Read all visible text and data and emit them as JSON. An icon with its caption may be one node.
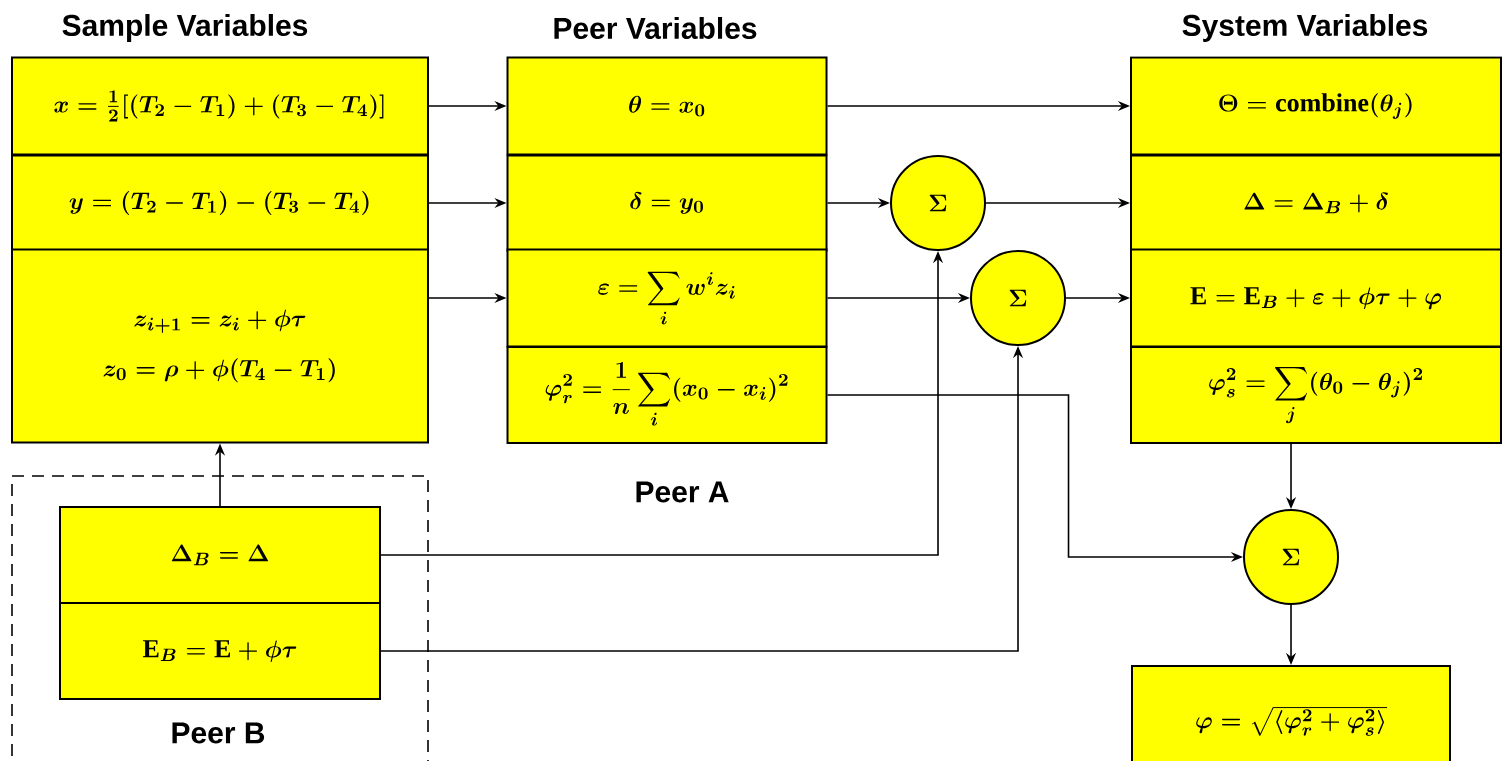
{
  "diagram": {
    "nodes": [
      {
        "text": [
          "x=\\tfrac{1}{2}[(T_2-T_1)+(T_3-T_4)]"
        ]
      },
      {
        "text": [
          "y=(T_2-T_1)-(T_3-T_4)"
        ]
      },
      {
        "text": [
          "z_{i+1}=z_i+\\phi\\tau",
          "z_0=\\rho+\\phi(T_4-T_1)"
        ]
      },
      {
        "text": [
          "\\theta=x_0"
        ]
      },
      {
        "text": [
          "\\delta=y_0"
        ]
      },
      {
        "text": [
          "\\varepsilon=\\sum_i w^i z_i"
        ]
      },
      {
        "text": [
          "\\varphi_r^2=\\frac{1}{n}\\sum_i(x_0-x_i)^2"
        ]
      },
      {
        "text": [
          "\\Theta=\\mathrm{combine}(\\theta_j)"
        ]
      },
      {
        "text": [
          "\\Delta=\\Delta_B+\\delta"
        ]
      },
      {
        "text": [
          "\\mathrm{E}=\\mathrm{E}_B+\\varepsilon+\\phi\\tau+\\varphi"
        ]
      },
      {
        "text": [
          "\\varphi_s^2=\\sum_j(\\theta_0-\\theta_j)^2"
        ]
      },
      {
        "text": [
          "\\Sigma"
        ]
      },
      {
        "text": [
          "\\Sigma"
        ]
      },
      {
        "text": [
          "\\Sigma"
        ]
      },
      {
        "text": [
          "Peer B"
        ]
      },
      {
        "text": [
          "\\Delta_B=\\Delta"
        ],
        "in": 14
      },
      {
        "text": [
          "\\mathrm{E}_B=\\mathrm{E}+\\phi\\tau"
        ],
        "in": 14
      },
      {
        "text": [
          "\\varphi=\\sqrt{\\langle\\varphi_r^2+\\varphi_s^2\\rangle}"
        ]
      }
    ],
    "edges": [
      {
        "from": 0,
        "to": 3,
        "arrow": "to"
      },
      {
        "from": 1,
        "to": 4,
        "arrow": "to"
      },
      {
        "from": 2,
        "to": 5,
        "arrow": "to"
      },
      {
        "from": 3,
        "to": 7,
        "arrow": "to"
      },
      {
        "from": 4,
        "to": 11,
        "arrow": "to"
      },
      {
        "from": 11,
        "to": 8,
        "arrow": "to"
      },
      {
        "from": 5,
        "to": 12,
        "arrow": "to"
      },
      {
        "from": 12,
        "to": 9,
        "arrow": "to"
      },
      {
        "from": 6,
        "to": 13,
        "arrow": "to"
      },
      {
        "from": 10,
        "to": 13,
        "arrow": "to"
      },
      {
        "from": 13,
        "to": 17,
        "arrow": "to"
      },
      {
        "from": 15,
        "to": 2,
        "arrow": "to"
      },
      {
        "from": 15,
        "to": 11,
        "arrow": "to"
      },
      {
        "from": 16,
        "to": 12,
        "arrow": "to"
      }
    ],
    "labels": [
      "Sample Variables",
      "Peer Variables",
      "System Variables",
      "Peer A"
    ]
  }
}
